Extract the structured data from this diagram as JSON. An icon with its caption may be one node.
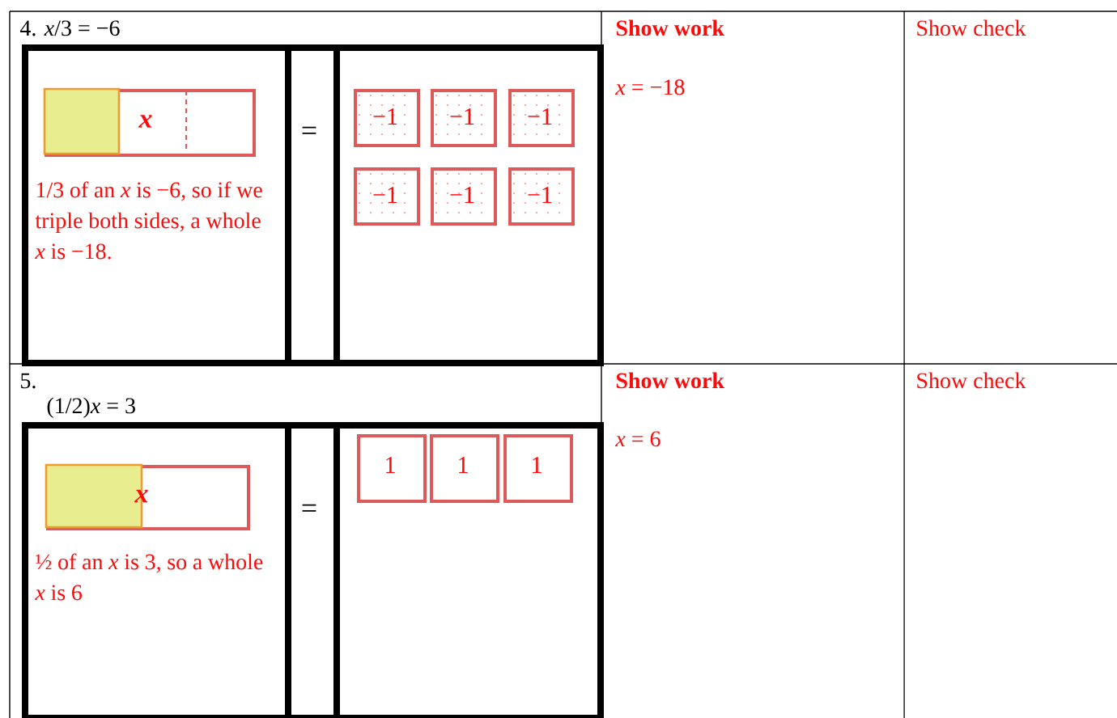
{
  "diagram": {
    "nodes": [
      {
        "text": [
          "1/3 of an *x* is −6, so if we triple both sides, a whole *x* is −18."
        ]
      },
      {
        "text": [
          "x"
        ],
        "in": 0
      },
      {
        "text": [
          "="
        ]
      },
      {
        "text": [],
        "shape": "box"
      },
      {
        "text": [
          "−1"
        ],
        "in": 3
      },
      {
        "text": [
          "−1"
        ],
        "in": 3
      },
      {
        "text": [
          "−1"
        ],
        "in": 3
      },
      {
        "text": [
          "−1"
        ],
        "in": 3
      },
      {
        "text": [
          "−1"
        ],
        "in": 3
      },
      {
        "text": [
          "−1"
        ],
        "in": 3
      },
      {
        "text": [
          "½ of an *x* is 3, so a whole *x* is 6"
        ]
      },
      {
        "text": [
          "x"
        ],
        "in": 10
      },
      {
        "text": [
          "="
        ]
      },
      {
        "text": [],
        "shape": "box"
      },
      {
        "text": [
          "1"
        ],
        "in": 13
      },
      {
        "text": [
          "1"
        ],
        "in": 13
      },
      {
        "text": [
          "1"
        ],
        "in": 13
      }
    ],
    "labels": [
      "4.  *x*/3 = −6",
      "Show work",
      "*x* = −18",
      "Show check",
      "5.",
      "(1/2)*x* = 3",
      "Show work",
      "*x* = 6",
      "Show check"
    ]
  }
}
